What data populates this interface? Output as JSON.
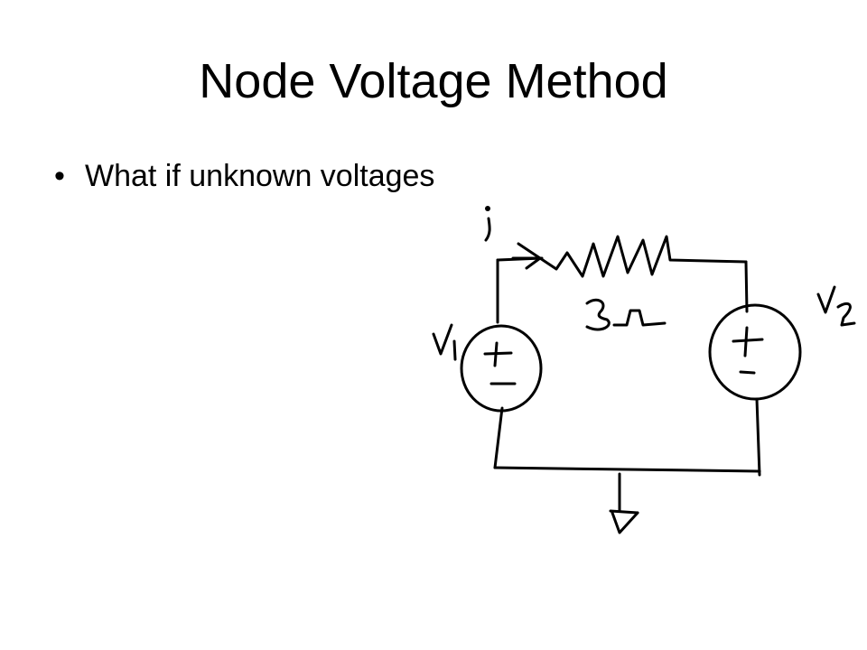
{
  "slide": {
    "title": "Node Voltage Method",
    "bullets": [
      {
        "text": "What if unknown voltages"
      }
    ]
  },
  "diagram": {
    "current_label": "i",
    "resistor_label": "3Ω",
    "source_left_label": "V1",
    "source_right_label": "V2",
    "colors": {
      "ink": "#000000",
      "background": "#ffffff"
    }
  }
}
